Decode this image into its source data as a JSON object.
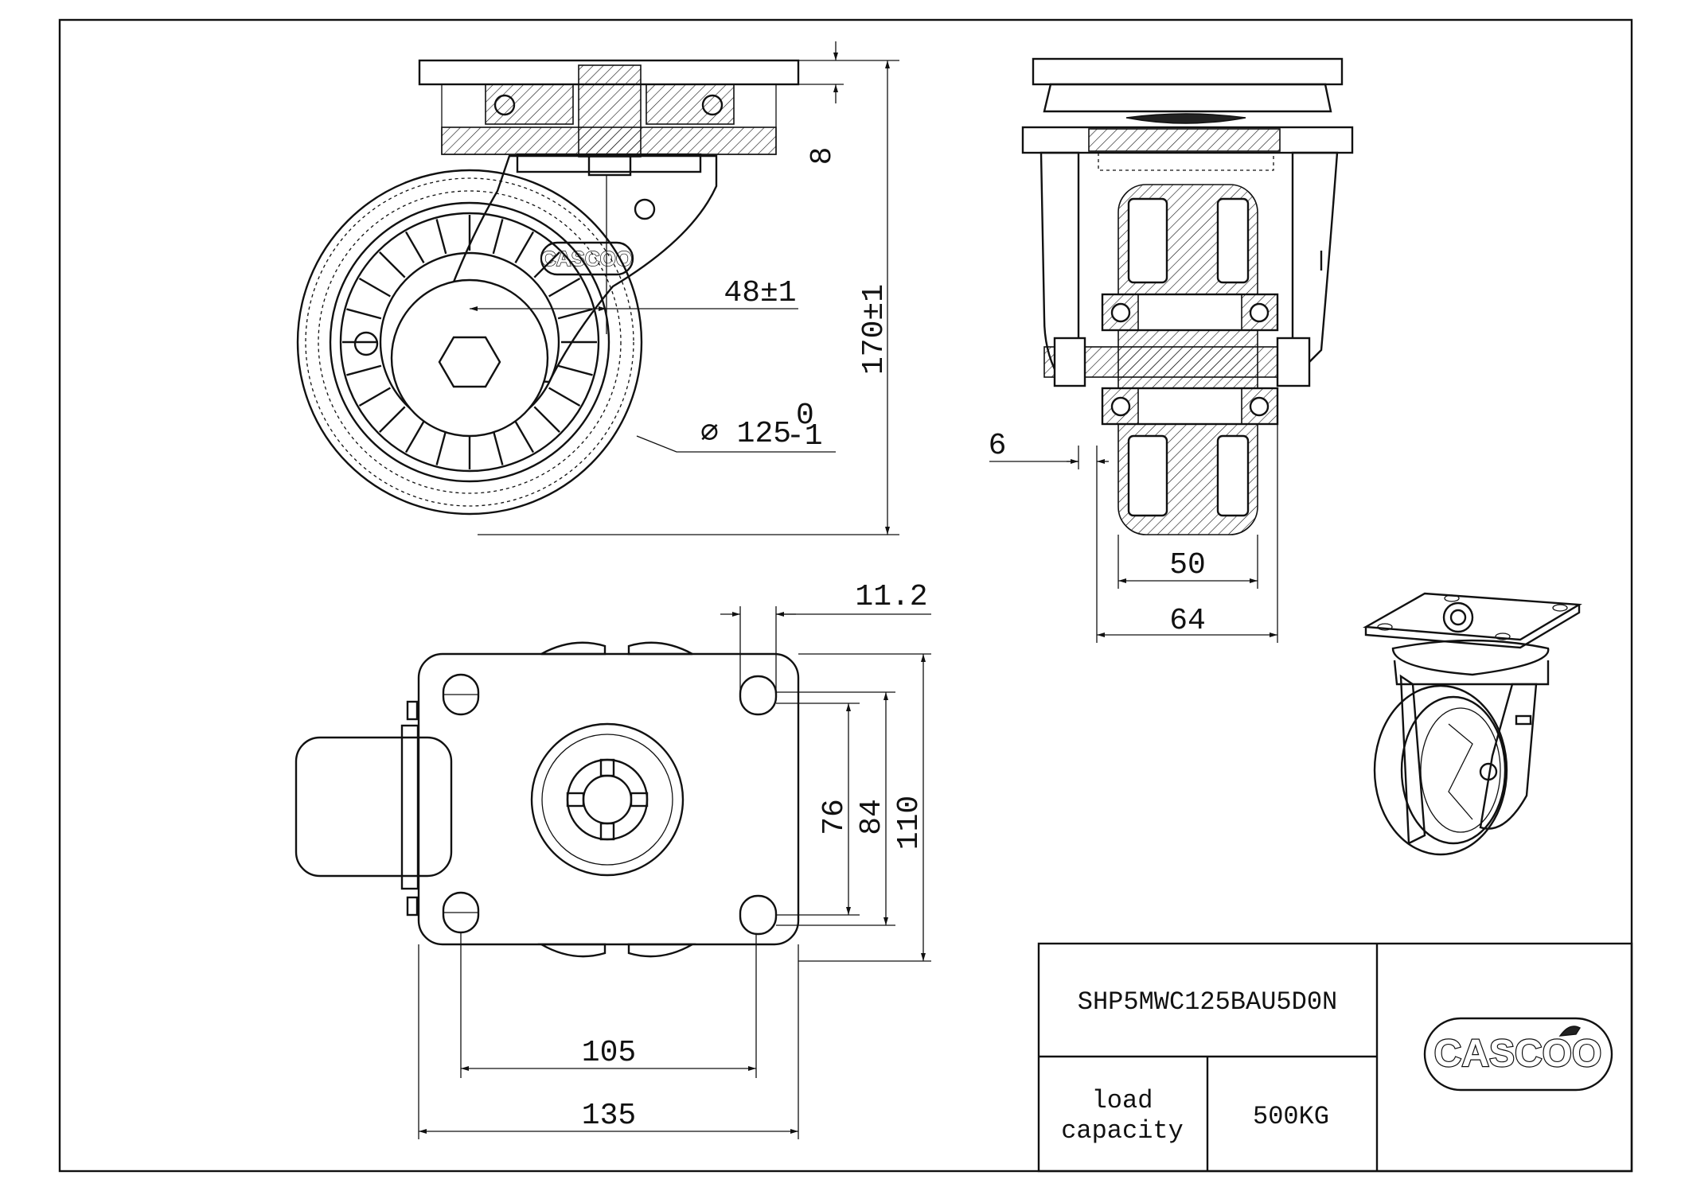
{
  "drawing": {
    "brand": "CASCOO",
    "part_number": "SHP5MWC125BAU5D0N",
    "load_capacity_label_line1": "load",
    "load_capacity_label_line2": "capacity",
    "load_capacity_value": "500KG"
  },
  "dimensions": {
    "side_view": {
      "plate_thickness": "8",
      "overall_height": "170±1",
      "swivel_offset": "48±1",
      "wheel_diameter_main": "∅ 125",
      "wheel_diameter_tol_upper": "0",
      "wheel_diameter_tol_lower": "-1"
    },
    "front_view": {
      "axle_protrusion": "6",
      "tread_width": "50",
      "hub_width": "64"
    },
    "plate_view": {
      "slot_width": "11.2",
      "bolt_spacing_short_a": "76",
      "bolt_spacing_short_b": "84",
      "plate_width": "110",
      "bolt_spacing_long": "105",
      "plate_length": "135"
    }
  }
}
